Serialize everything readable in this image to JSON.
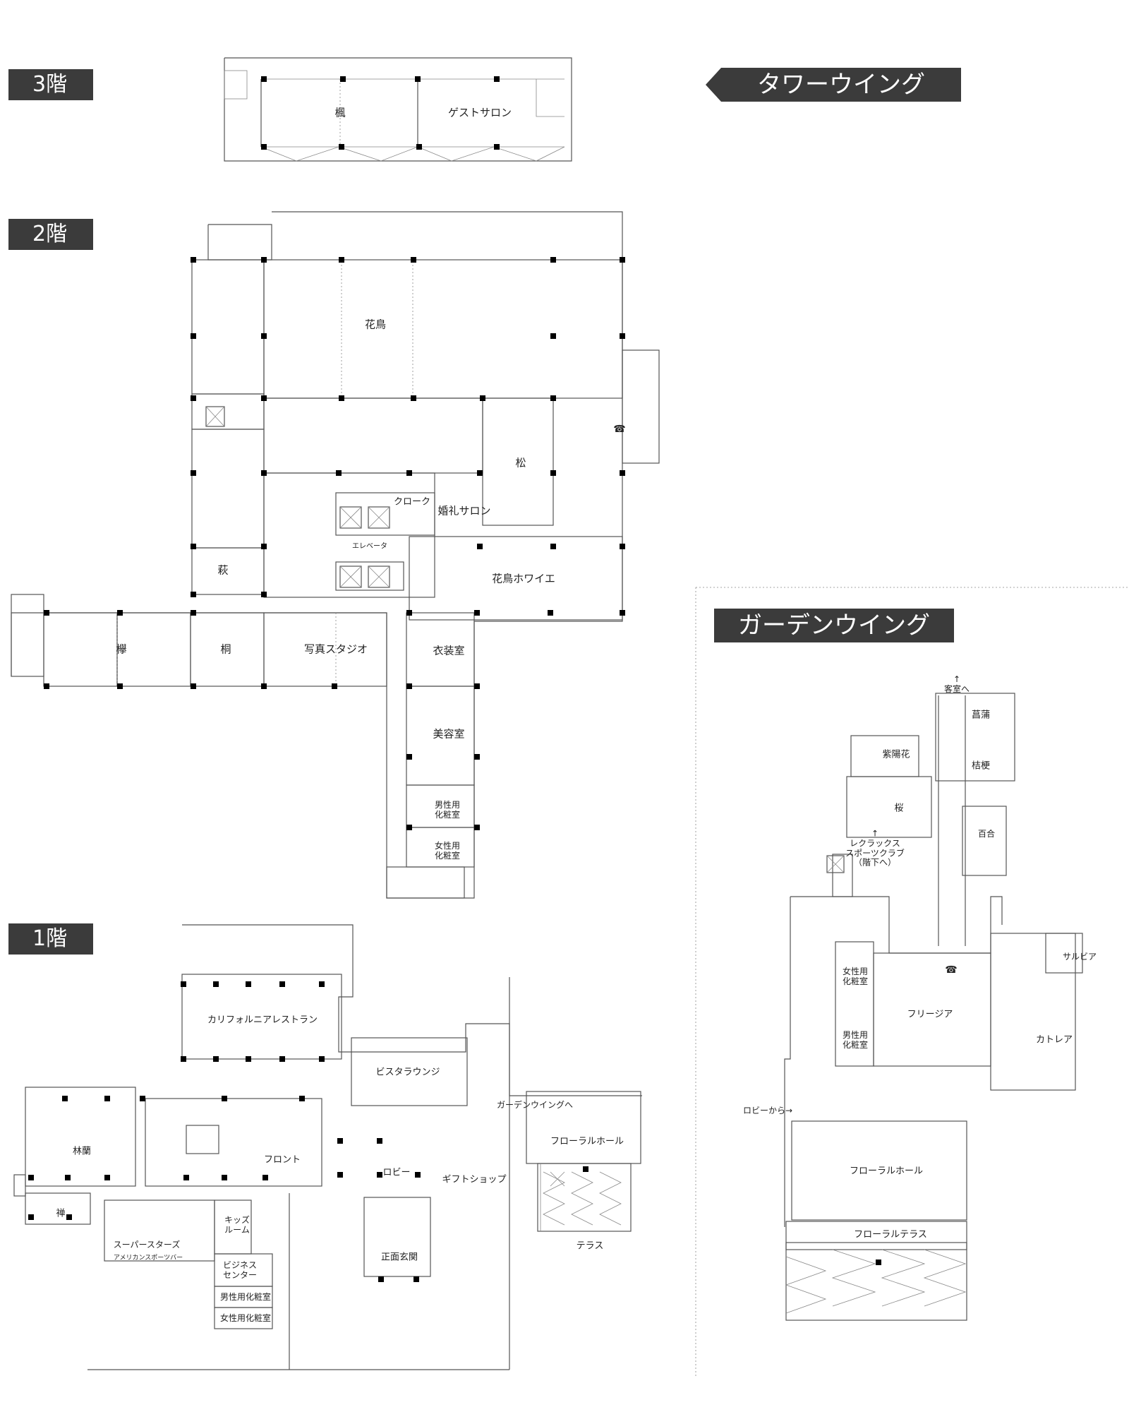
{
  "floor_tags": {
    "f3": "3階",
    "f2": "2階",
    "f1": "1階"
  },
  "wing_tags": {
    "tower": "タワーウイング",
    "garden": "ガーデンウイング"
  },
  "rooms": {
    "kaede": "楓",
    "guest_salon": "ゲストサロン",
    "kacho": "花鳥",
    "matsu": "松",
    "cloak": "クローク",
    "wedding_salon": "婚礼サロン",
    "elevator": "エレベータ",
    "hagi": "萩",
    "kacho_foyer": "花鳥ホワイエ",
    "keyaki": "欅",
    "kiri": "桐",
    "photo_studio": "写真スタジオ",
    "costume": "衣装室",
    "beauty": "美容室",
    "men_powder_2f": "男性用\n化粧室",
    "women_powder_2f": "女性用\n化粧室",
    "california": "カリフォルニアレストラン",
    "vista": "ビスタラウンジ",
    "to_garden": "ガーデンウイングへ",
    "floral_hall_1f": "フローラルホール",
    "rinran": "林蘭",
    "front": "フロント",
    "lobby": "ロビー",
    "gift": "ギフトショップ",
    "zen": "禅",
    "kids": "キッズ\nルーム",
    "superstars": "スーパースターズ",
    "superstars_sub": "アメリカンスポーツバー",
    "business": "ビジネス\nセンター",
    "men_powder_1f": "男性用化粧室",
    "women_powder_1f": "女性用化粧室",
    "entrance": "正面玄関",
    "terrace": "テラス",
    "to_rooms": "↑\n客室へ",
    "ayame": "菖蒲",
    "ajisai": "紫陽花",
    "kikyo": "桔梗",
    "sakura": "桜",
    "sports_club": "↑\nレクラックス\nスポーツクラブ\n（階下へ）",
    "yuri": "百合",
    "salvia": "サルビア",
    "women_powder_g": "女性用\n化粧室",
    "men_powder_g": "男性用\n化粧室",
    "freesia": "フリージア",
    "cattleya": "カトレア",
    "from_lobby": "ロビーから→",
    "floral_hall_g": "フローラルホール",
    "floral_terrace": "フローラルテラス"
  },
  "icons": {
    "phone": "phone-icon"
  }
}
